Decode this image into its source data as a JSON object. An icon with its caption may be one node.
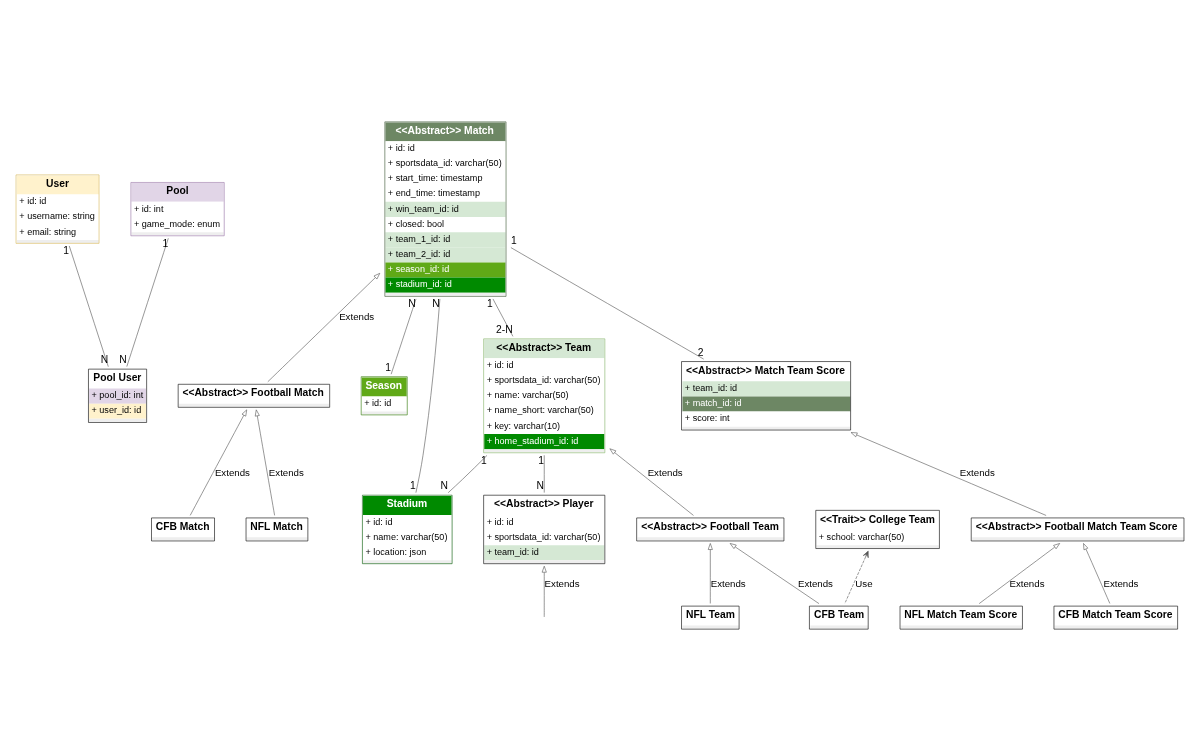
{
  "diagram": {
    "nodes": [
      {
        "text": [
          "User",
          "+ id: id",
          "+ username: string",
          "+ email: string"
        ]
      },
      {
        "text": [
          "<<Abstract>> Match",
          "+ id: id",
          "+ sportsdata_id: varchar(50)",
          "+ start_time: timestamp",
          "+ end_time: timestamp",
          "+ win_team_id: id",
          "+ closed: bool",
          "+ team_1_id: id",
          "+ team_2_id: id",
          "+ season_id: id",
          "+ stadium_id: id"
        ]
      },
      {
        "text": [
          "<<Abstract>> Football Match"
        ]
      },
      {
        "text": [
          "CFB Match"
        ]
      },
      {
        "text": [
          "NFL Match"
        ]
      },
      {
        "text": [
          "Pool",
          "+ id: int",
          "+ game_mode: enum"
        ]
      },
      {
        "text": [
          "Pool User",
          "+ pool_id: int",
          "+ user_id: id"
        ]
      },
      {
        "text": [
          "Season",
          "+ id: id"
        ]
      },
      {
        "text": [
          "Stadium",
          "+ id: id",
          "+ name: varchar(50)",
          "+ location: json"
        ]
      },
      {
        "text": [
          "<<Abstract>> Match Team Score",
          "+ team_id: id",
          "+ match_id: id",
          "+ score: int"
        ]
      },
      {
        "text": [
          "<<Abstract>> Football Match Team Score"
        ]
      },
      {
        "text": [
          "<<Abstract>> Team",
          "+ id: id",
          "+ sportsdata_id: varchar(50)",
          "+ name: varchar(50)",
          "+ name_short: varchar(50)",
          "+ key: varchar(10)",
          "+ home_stadium_id: id"
        ]
      },
      {
        "text": [
          "NFL Match Team Score"
        ]
      },
      {
        "text": [
          "CFB Match Team Score"
        ]
      },
      {
        "text": [
          "<<Abstract>> Player",
          "+ id: id",
          "+ sportsdata_id: varchar(50)",
          "+ team_id: id"
        ]
      },
      {
        "text": [
          "<<Abstract>> Football Team"
        ]
      },
      {
        "text": [
          "<<Trait>> College Team",
          "+ school: varchar(50)"
        ]
      },
      {
        "text": [
          "NFL Team"
        ]
      },
      {
        "text": [
          "CFB Team"
        ]
      }
    ],
    "edges": [
      {
        "from": 0,
        "to": 6,
        "arrow": "none"
      },
      {
        "from": 5,
        "to": 6,
        "arrow": "none"
      },
      {
        "from": 2,
        "to": 1,
        "arrow": "to",
        "label": "Extends"
      },
      {
        "from": 3,
        "to": 2,
        "arrow": "to",
        "label": "Extends"
      },
      {
        "from": 4,
        "to": 2,
        "arrow": "to",
        "label": "Extends"
      },
      {
        "from": 1,
        "to": 7,
        "arrow": "none"
      },
      {
        "from": 1,
        "to": 8,
        "arrow": "none"
      },
      {
        "from": 1,
        "to": 9,
        "arrow": "none"
      },
      {
        "from": 1,
        "to": 11,
        "arrow": "none"
      },
      {
        "from": 10,
        "to": 9,
        "arrow": "to",
        "label": "Extends"
      },
      {
        "from": 12,
        "to": 10,
        "arrow": "to",
        "label": "Extends"
      },
      {
        "from": 13,
        "to": 10,
        "arrow": "to",
        "label": "Extends"
      },
      {
        "from": 11,
        "to": 8,
        "arrow": "none"
      },
      {
        "from": 11,
        "to": 14,
        "arrow": "none"
      },
      {
        "from": 15,
        "to": 11,
        "arrow": "to",
        "label": "Extends"
      },
      {
        "from": 17,
        "to": 15,
        "arrow": "to",
        "label": "Extends"
      },
      {
        "from": 18,
        "to": 15,
        "arrow": "to",
        "label": "Extends"
      },
      {
        "from": 18,
        "to": 16,
        "arrow": "to",
        "label": "Use",
        "style": "dashed"
      },
      {
        "from": null,
        "to": 14,
        "arrow": "to",
        "label": "Extends"
      }
    ],
    "labels": [
      "1",
      "N",
      "1",
      "N",
      "N",
      "1",
      "N",
      "1",
      "1",
      "2",
      "1",
      "2-N",
      "1",
      "N",
      "1",
      "N"
    ]
  }
}
